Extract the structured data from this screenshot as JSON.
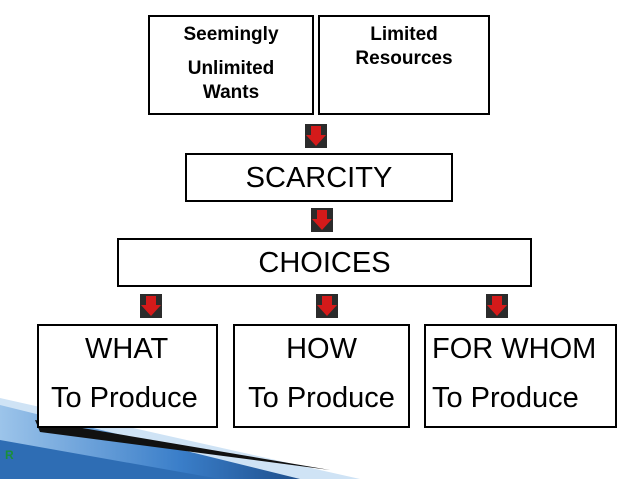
{
  "top_boxes": {
    "wants": {
      "line1": "Seemingly",
      "line2": "Unlimited",
      "line3": "Wants"
    },
    "resources": {
      "line1": "Limited",
      "line2": "Resources"
    }
  },
  "scarcity": {
    "label": "SCARCITY"
  },
  "choices": {
    "label": "CHOICES"
  },
  "questions": [
    {
      "title": "WHAT",
      "sub": "To Produce"
    },
    {
      "title": "HOW",
      "sub": "To Produce"
    },
    {
      "title": "FOR WHOM",
      "sub": "To Produce"
    }
  ],
  "corner_mark": "R",
  "colors": {
    "arrow_fill": "#d41a1a",
    "arrow_background": "#2b2b2b",
    "accent_blue": "#3a7ec9",
    "corner_letter": "#1a8f3c"
  },
  "icons": {
    "arrow": "down-arrow-icon",
    "decoration": "corner-swoosh"
  }
}
